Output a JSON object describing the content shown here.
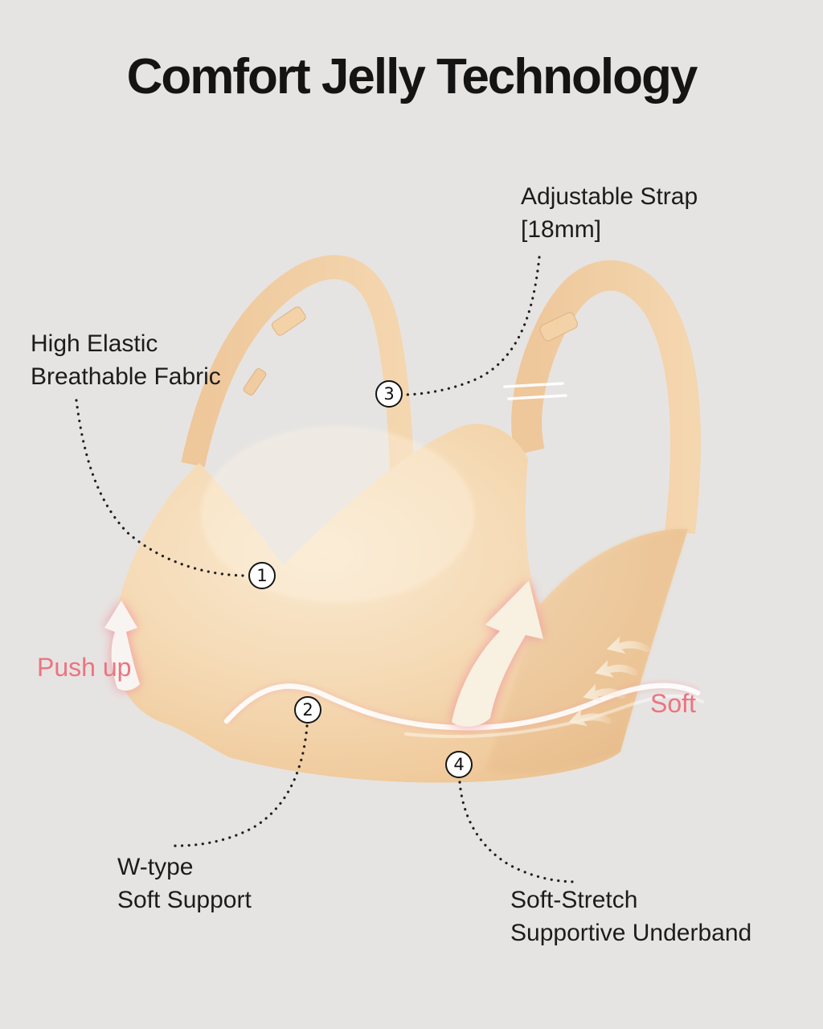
{
  "title": "Comfort Jelly Technology",
  "annotations": {
    "adjustable_strap": {
      "number": "3",
      "line1": "Adjustable Strap",
      "line2": "[18mm]"
    },
    "high_elastic": {
      "number": "1",
      "line1": "High Elastic",
      "line2": "Breathable Fabric"
    },
    "w_type": {
      "number": "2",
      "line1": "W-type",
      "line2": "Soft Support"
    },
    "underband": {
      "number": "4",
      "line1": "Soft-Stretch",
      "line2": "Supportive Underband"
    }
  },
  "effects": {
    "push_up": "Push up",
    "soft": "Soft"
  },
  "colors": {
    "background": "#E6E4E2",
    "fabric_peach": "#F3D4AC",
    "accent_pink": "#EC7480",
    "leader_line": "#1F1F1F",
    "arrow_cream": "#F8F0E0"
  }
}
